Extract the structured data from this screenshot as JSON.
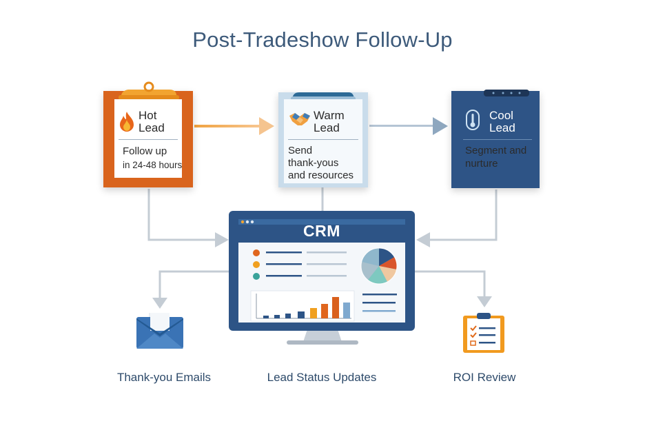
{
  "title": "Post-Tradeshow Follow-Up",
  "cards": {
    "hot": {
      "heading_line1": "Hot",
      "heading_line2": "Lead",
      "body_line1": "Follow up",
      "body_line2": "in 24-48 hours"
    },
    "warm": {
      "heading_line1": "Warm",
      "heading_line2": "Lead",
      "body_line1": "Send",
      "body_line2": "thank-yous",
      "body_line3": "and resources"
    },
    "cool": {
      "heading_line1": "Cool",
      "heading_line2": "Lead",
      "body_line1": "Segment and",
      "body_line2": "nurture"
    }
  },
  "crm": {
    "label": "CRM"
  },
  "outputs": {
    "emails": "Thank-you Emails",
    "status": "Lead Status Updates",
    "roi": "ROI Review"
  },
  "icons": {
    "hot": "fire-icon",
    "warm": "handshake-icon",
    "cool": "thermometer-icon",
    "emails": "envelope-icon",
    "roi": "clipboard-checklist-icon"
  },
  "colors": {
    "hot": "#d9641d",
    "warm": "#c9dceb",
    "cool": "#2e5486",
    "connector": "#b7c2cc",
    "title": "#3d5a7a"
  }
}
